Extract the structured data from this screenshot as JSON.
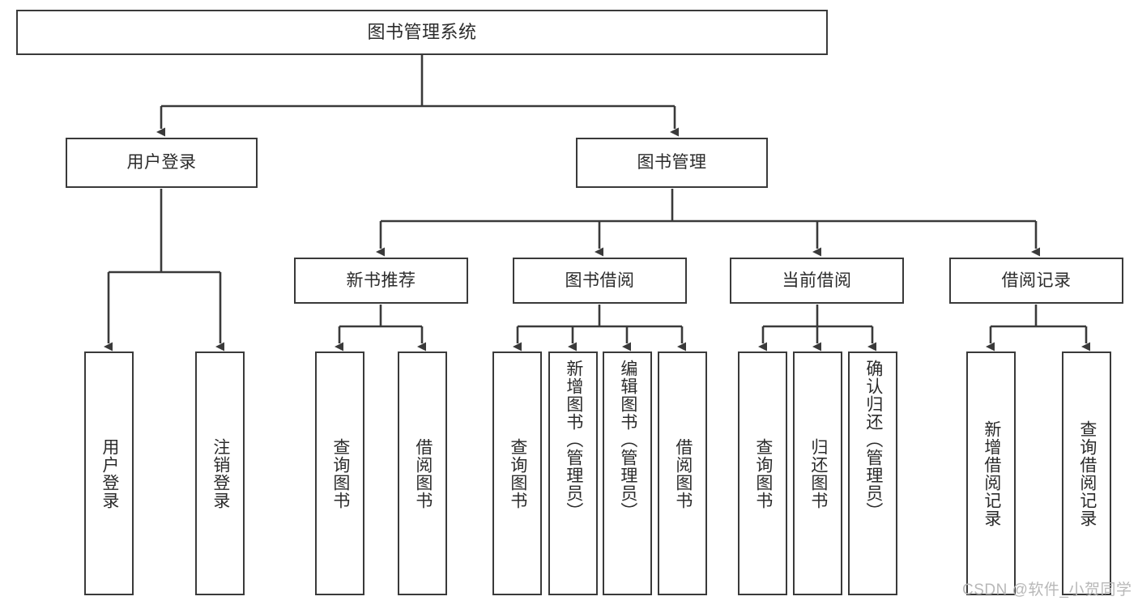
{
  "diagram": {
    "title": "图书管理系统",
    "type": "tree-hierarchy-diagram",
    "colors": {
      "box_border": "#3a3a3a",
      "box_fill": "#ffffff",
      "connector": "#3a3a3a",
      "text": "#2b2b2b",
      "watermark": "#b8b8b8",
      "background": "#ffffff"
    },
    "root": {
      "label": "图书管理系统"
    },
    "level2": [
      {
        "label": "用户登录"
      },
      {
        "label": "图书管理"
      }
    ],
    "level3": [
      {
        "label": "新书推荐"
      },
      {
        "label": "图书借阅"
      },
      {
        "label": "当前借阅"
      },
      {
        "label": "借阅记录"
      }
    ],
    "leaves": {
      "user_login": [
        {
          "label": "用户登录"
        },
        {
          "label": "注销登录"
        }
      ],
      "new_book_recommend": [
        {
          "label": "查询图书"
        },
        {
          "label": "借阅图书"
        }
      ],
      "book_borrow": [
        {
          "label": "查询图书"
        },
        {
          "label": "新增图书（管理员）"
        },
        {
          "label": "编辑图书（管理员）"
        },
        {
          "label": "借阅图书"
        }
      ],
      "current_borrow": [
        {
          "label": "查询图书"
        },
        {
          "label": "归还图书"
        },
        {
          "label": "确认归还（管理员）"
        }
      ],
      "borrow_record": [
        {
          "label": "新增借阅记录"
        },
        {
          "label": "查询借阅记录"
        }
      ]
    }
  },
  "watermark": {
    "text": "CSDN @软件_小贺同学"
  }
}
